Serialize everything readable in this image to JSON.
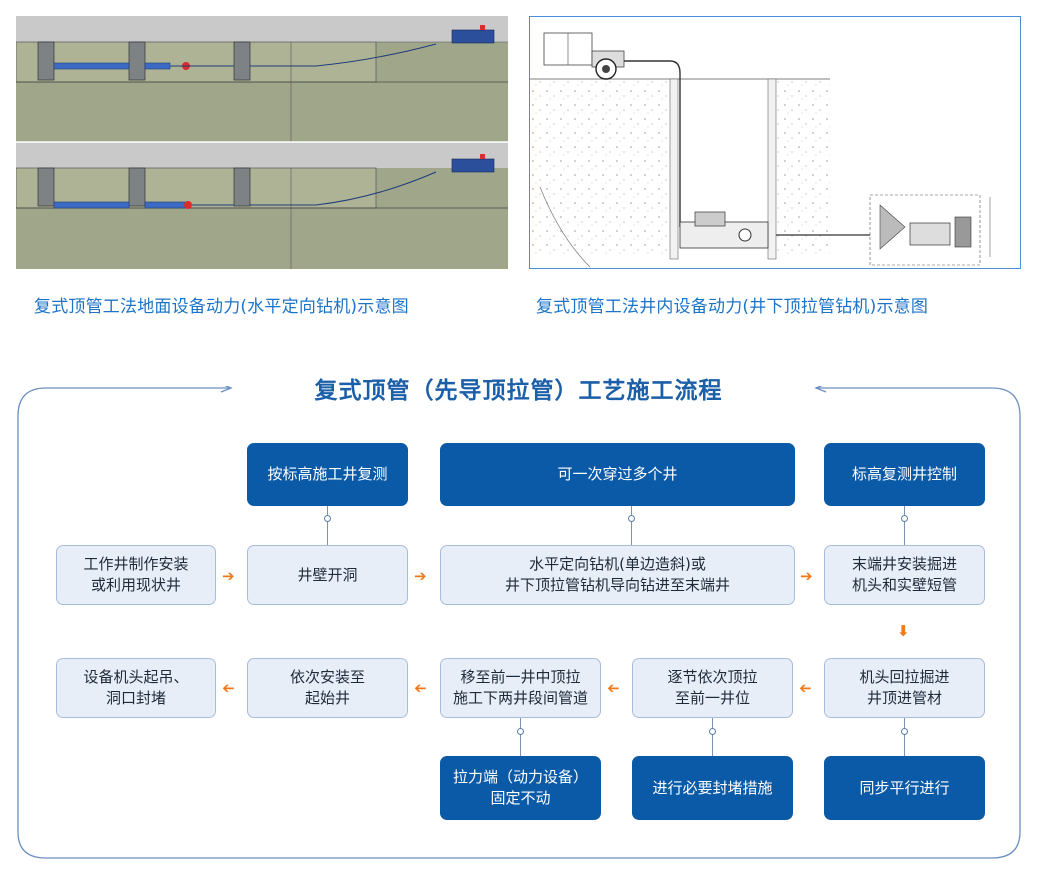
{
  "figures": {
    "left_caption": "复式顶管工法地面设备动力(水平定向钻机)示意图",
    "right_caption": "复式顶管工法井内设备动力(井下顶拉管钻机)示意图"
  },
  "flow": {
    "title": "复式顶管（先导顶拉管）工艺施工流程",
    "top_boxes": {
      "t1": "按标高施工井复测",
      "t2": "可一次穿过多个井",
      "t3": "标高复测井控制"
    },
    "row1": {
      "r1": "工作井制作安装\n或利用现状井",
      "r2": "井壁开洞",
      "r3": "水平定向钻机(单边造斜)或\n井下顶拉管钻机导向钻进至末端井",
      "r4": "末端井安装掘进\n机头和实壁短管"
    },
    "row2": {
      "s1": "设备机头起吊、\n洞口封堵",
      "s2": "依次安装至\n起始井",
      "s3": "移至前一井中顶拉\n施工下两井段间管道",
      "s4": "逐节依次顶拉\n至前一井位",
      "s5": "机头回拉掘进\n井顶进管材"
    },
    "bottom_boxes": {
      "b1": "拉力端（动力设备）\n固定不动",
      "b2": "进行必要封堵措施",
      "b3": "同步平行进行"
    }
  },
  "colors": {
    "dark_box": "#0b5aa8",
    "light_box": "#e8eef8",
    "arrow": "#f07a1a",
    "title": "#1b5fa8",
    "caption": "#1c74c8"
  }
}
